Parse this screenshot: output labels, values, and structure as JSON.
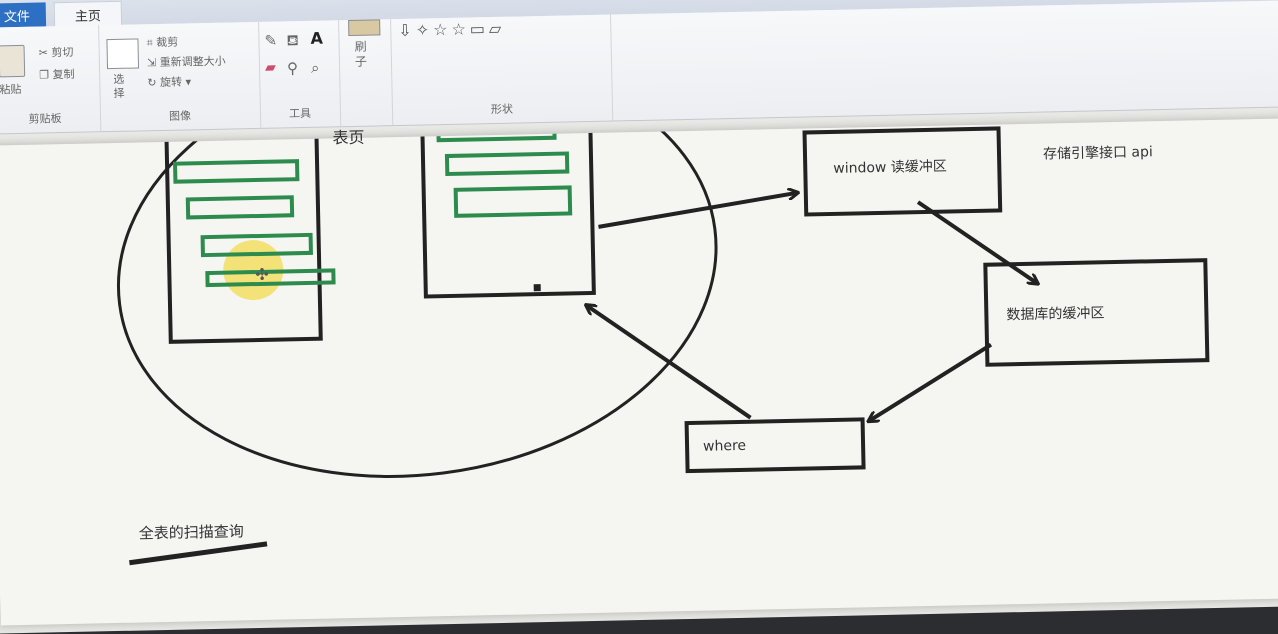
{
  "menu": {
    "file_tab": "文件",
    "home_tab": "主页"
  },
  "ribbon": {
    "clipboard": {
      "paste": "粘贴",
      "cut": "剪切",
      "copy": "复制",
      "label": "剪贴板"
    },
    "image": {
      "select": "选\n择",
      "crop": "裁剪",
      "resize": "重新调整大小",
      "rotate": "旋转",
      "label": "图像"
    },
    "tools": {
      "label": "工具"
    },
    "brush": {
      "label": "刷\n子"
    },
    "shapes": {
      "label": "形状"
    }
  },
  "drawing": {
    "table_page": "表页",
    "window_buffer": "window 读缓冲区",
    "storage_api": "存储引擎接口 api",
    "db_buffer": "数据库的缓冲区",
    "where": "where",
    "full_scan": "全表的扫描查询"
  },
  "colors": {
    "ink": "#222222",
    "green": "#2e8b4e",
    "highlight": "#f2e06a",
    "accent": "#2d6fc2"
  }
}
